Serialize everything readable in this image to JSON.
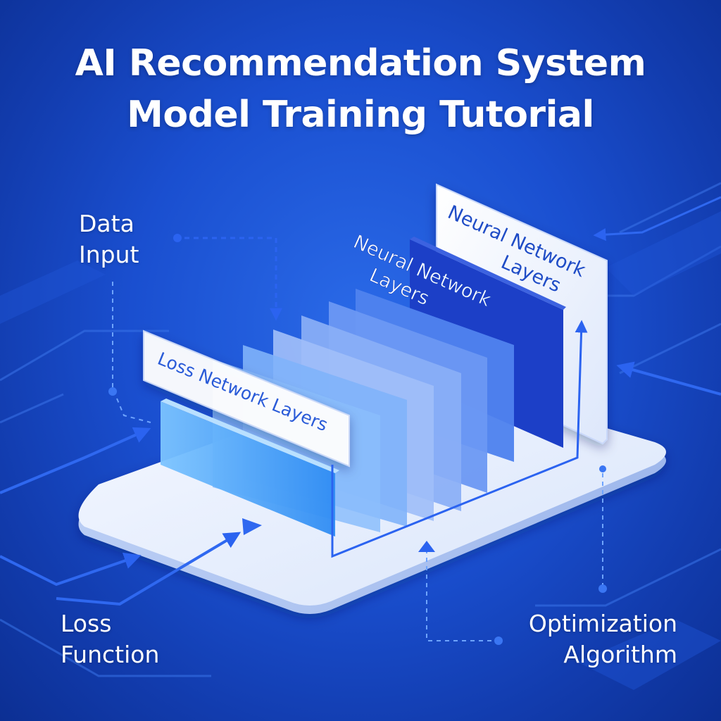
{
  "title": {
    "line1": "AI Recommendation System",
    "line2": "Model Training Tutorial"
  },
  "labels": {
    "data_input_line1": "Data",
    "data_input_line2": "Input",
    "loss_function_line1": "Loss",
    "loss_function_line2": "Function",
    "optimization_line1": "Optimization",
    "optimization_line2": "Algorithm"
  },
  "panel_labels": {
    "back_panel": [
      "Neural Network",
      "Layers"
    ],
    "mid_panel": [
      "Neural Network",
      "Layers"
    ],
    "front_card": "Loss Network Layers"
  },
  "colors": {
    "background": "#1a4fd0",
    "platform": "#eef3fd",
    "accent": "#1f5bf0",
    "dark_panel": "#1c3fc7"
  }
}
